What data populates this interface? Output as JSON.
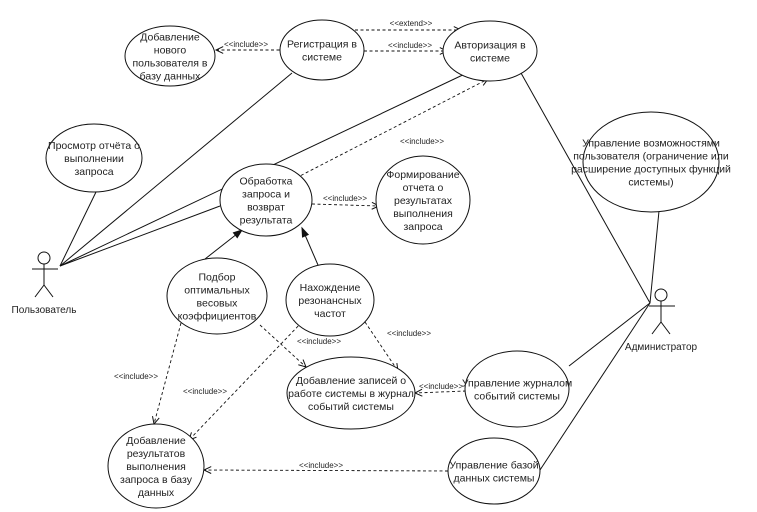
{
  "actors": [
    {
      "id": "user",
      "name": "Пользователь"
    },
    {
      "id": "admin",
      "name": "Администратор"
    }
  ],
  "use_cases": [
    {
      "id": "add_user",
      "lines": [
        "Добавление",
        "нового",
        "пользователя в",
        "базу данных"
      ]
    },
    {
      "id": "register",
      "lines": [
        "Регистрация в",
        "системе"
      ]
    },
    {
      "id": "auth",
      "lines": [
        "Авторизация в",
        "системе"
      ]
    },
    {
      "id": "view_report",
      "lines": [
        "Просмотр отчёта о",
        "выполнении",
        "запроса"
      ]
    },
    {
      "id": "process",
      "lines": [
        "Обработка",
        "запроса и",
        "возврат",
        "результата"
      ]
    },
    {
      "id": "form_report",
      "lines": [
        "Формирование",
        "отчета о",
        "результатах",
        "выполнения",
        "запроса"
      ]
    },
    {
      "id": "manage_caps",
      "lines": [
        "Управление возможностями",
        "пользователя (ограничение или",
        "расширение доступных функций",
        "системы)"
      ]
    },
    {
      "id": "select_coef",
      "lines": [
        "Подбор",
        "оптимальных",
        "весовых",
        "коэффициентов"
      ]
    },
    {
      "id": "resonance",
      "lines": [
        "Нахождение",
        "резонансных",
        "частот"
      ]
    },
    {
      "id": "add_log",
      "lines": [
        "Добавление записей о",
        "работе системы в журнал",
        "событий системы"
      ]
    },
    {
      "id": "manage_log",
      "lines": [
        "Управление журналом",
        "событий системы"
      ]
    },
    {
      "id": "add_results",
      "lines": [
        "Добавление",
        "результатов",
        "выполнения",
        "запроса в базу",
        "данных"
      ]
    },
    {
      "id": "manage_db",
      "lines": [
        "Управление базой",
        "данных системы"
      ]
    }
  ],
  "relationships": [
    {
      "type": "include",
      "from": "register",
      "to": "add_user",
      "label": "<<include>>"
    },
    {
      "type": "extend",
      "from": "register",
      "to": "auth",
      "label": "<<extend>>"
    },
    {
      "type": "include",
      "from": "register",
      "to": "auth",
      "label": "<<include>>"
    },
    {
      "type": "include",
      "from": "process",
      "to": "auth",
      "label": "<<include>>"
    },
    {
      "type": "include",
      "from": "process",
      "to": "form_report",
      "label": "<<include>>"
    },
    {
      "type": "generalization",
      "from": "select_coef",
      "to": "process"
    },
    {
      "type": "generalization",
      "from": "resonance",
      "to": "process"
    },
    {
      "type": "include",
      "from": "select_coef",
      "to": "add_log",
      "label": "<<include>>"
    },
    {
      "type": "include",
      "from": "resonance",
      "to": "add_log",
      "label": "<<include>>"
    },
    {
      "type": "include",
      "from": "select_coef",
      "to": "add_results",
      "label": "<<include>>"
    },
    {
      "type": "include",
      "from": "resonance",
      "to": "add_results",
      "label": "<<include>>"
    },
    {
      "type": "include",
      "from": "manage_log",
      "to": "add_log",
      "label": "<<include>>"
    },
    {
      "type": "include",
      "from": "manage_db",
      "to": "add_results",
      "label": "<<include>>"
    },
    {
      "type": "association",
      "from": "user",
      "to": "register"
    },
    {
      "type": "association",
      "from": "user",
      "to": "auth"
    },
    {
      "type": "association",
      "from": "user",
      "to": "view_report"
    },
    {
      "type": "association",
      "from": "user",
      "to": "process"
    },
    {
      "type": "association",
      "from": "admin",
      "to": "auth"
    },
    {
      "type": "association",
      "from": "admin",
      "to": "manage_caps"
    },
    {
      "type": "association",
      "from": "admin",
      "to": "manage_log"
    },
    {
      "type": "association",
      "from": "admin",
      "to": "manage_db"
    }
  ]
}
